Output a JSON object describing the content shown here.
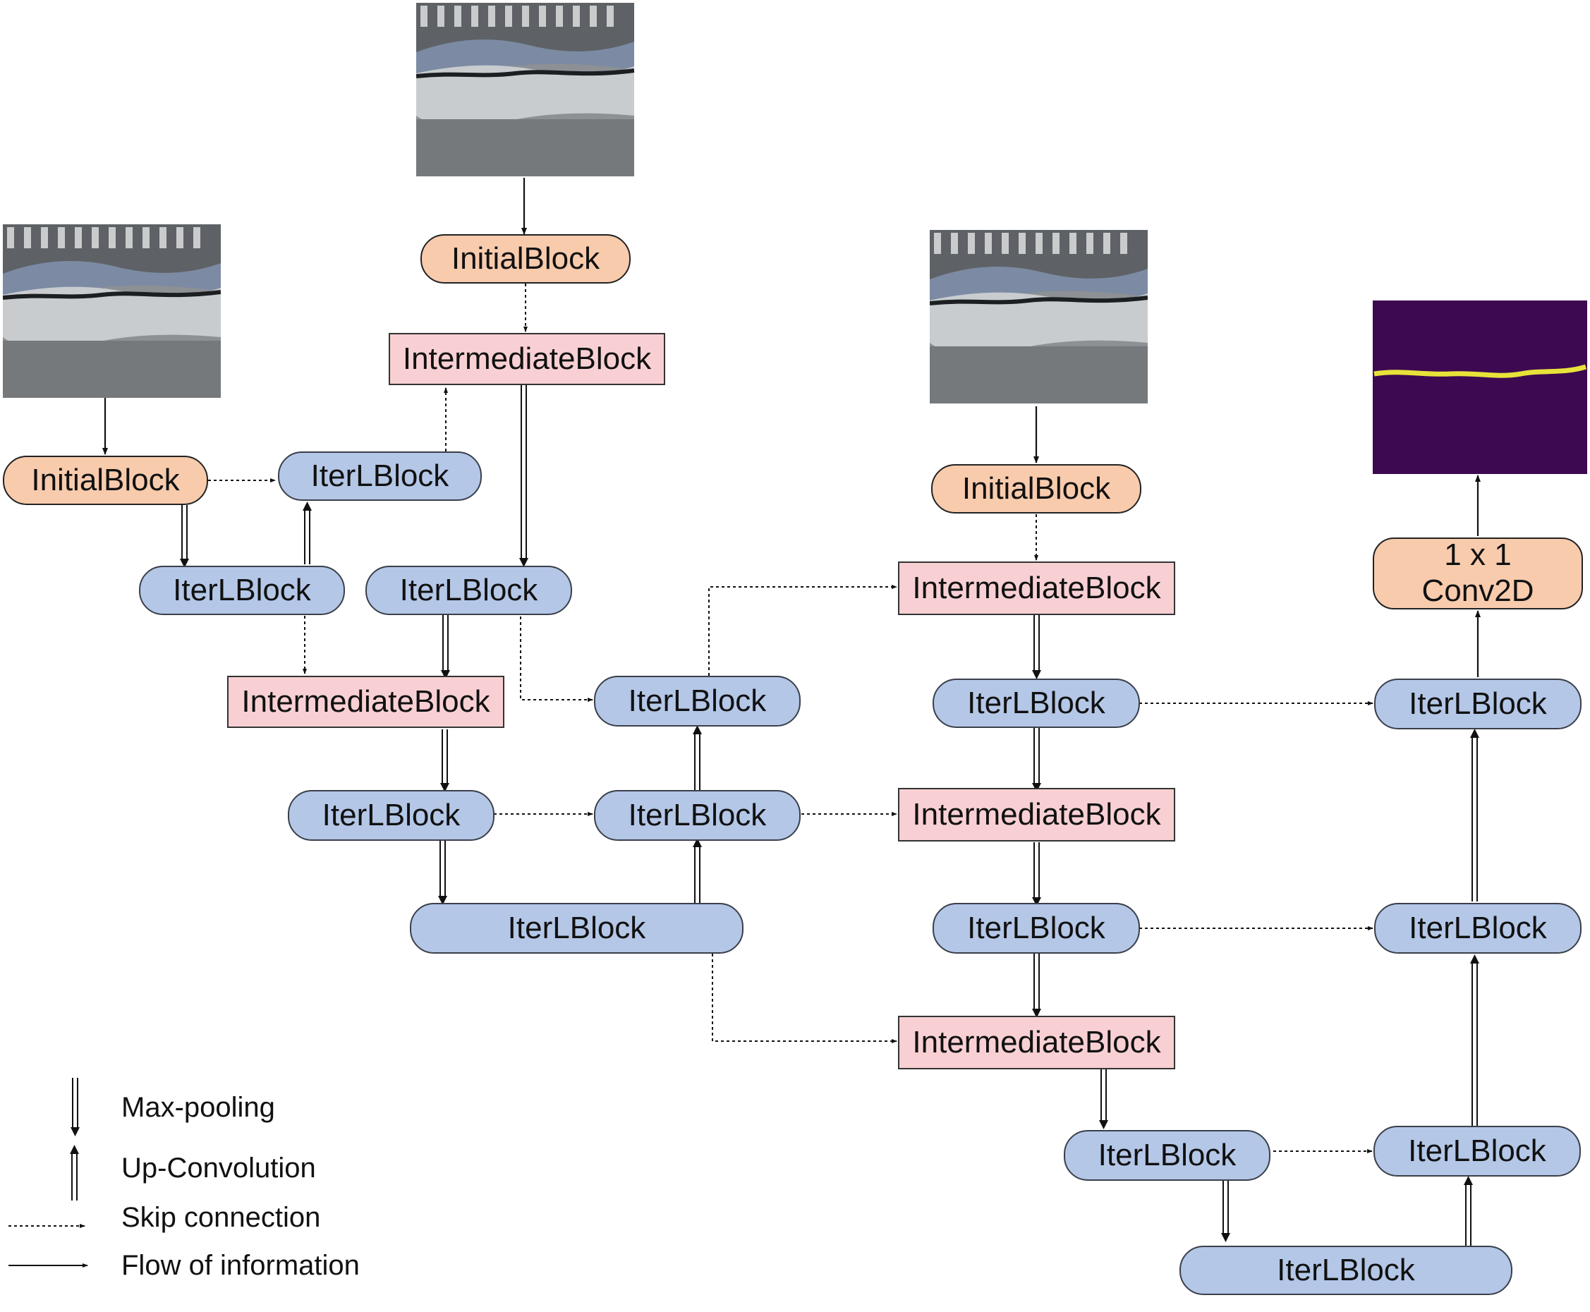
{
  "blocks": {
    "initial": "InitialBlock",
    "iterl": "IterLBlock",
    "intermediate": "IntermediateBlock",
    "conv_line1": "1 x 1",
    "conv_line2": "Conv2D"
  },
  "legend": {
    "max_pooling": "Max-pooling",
    "up_convolution": "Up-Convolution",
    "skip_connection": "Skip connection",
    "flow_of_information": "Flow of information"
  },
  "colors": {
    "initial_fill": "#f8cbad",
    "iterl_fill": "#b4c7e7",
    "intermediate_fill": "#f8d0d3",
    "mask_background": "#3d0a51",
    "mask_crack": "#e8e33a"
  },
  "images": {
    "input_image": "crack photograph (grayscale pavement with crack)",
    "output_image": "segmentation mask"
  }
}
